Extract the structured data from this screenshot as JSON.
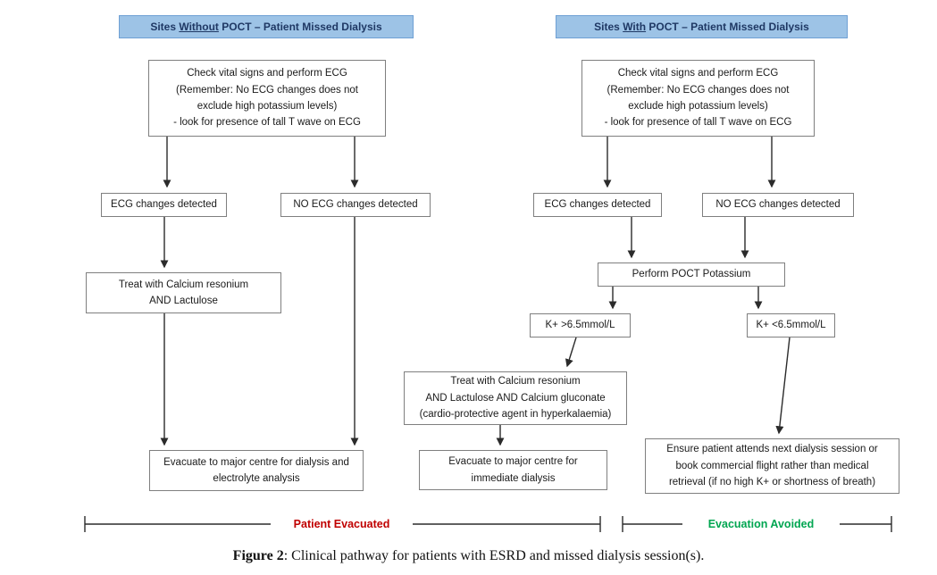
{
  "colors": {
    "header_bg": "#9DC3E6",
    "header_text": "#1F3864",
    "evacuated": "#C00000",
    "avoided": "#00A651"
  },
  "left": {
    "header": {
      "pre": "Sites ",
      "underline": "Without",
      "post": " POCT – Patient Missed Dialysis"
    },
    "check_lines": [
      "Check vital signs and perform ECG",
      "(Remember: No ECG changes does not",
      "exclude high potassium levels)",
      "- look for presence of tall T wave on ECG"
    ],
    "ecg_detected": "ECG changes detected",
    "no_ecg_detected": "NO ECG changes detected",
    "treat_lines": [
      "Treat with Calcium resonium",
      "AND Lactulose"
    ],
    "evacuate_lines": [
      "Evacuate to major centre for dialysis and",
      "electrolyte analysis"
    ],
    "outcome": "Patient Evacuated"
  },
  "right": {
    "header": {
      "pre": "Sites ",
      "underline": "With",
      "post": " POCT – Patient Missed Dialysis"
    },
    "check_lines": [
      "Check vital signs and perform ECG",
      "(Remember: No ECG changes does not",
      "exclude high potassium levels)",
      "- look for presence of tall T wave on ECG"
    ],
    "ecg_detected": "ECG changes detected",
    "no_ecg_detected": "NO ECG changes detected",
    "poct": "Perform POCT Potassium",
    "k_high": "K+ >6.5mmol/L",
    "k_low": "K+ <6.5mmol/L",
    "treat_lines": [
      "Treat with Calcium resonium",
      "AND Lactulose AND Calcium gluconate",
      "(cardio-protective agent in hyperkalaemia)"
    ],
    "evacuate_lines": [
      "Evacuate to major centre for",
      "immediate dialysis"
    ],
    "ensure_lines": [
      "Ensure patient attends next dialysis session or",
      "book commercial flight rather than medical",
      "retrieval (if no high K+ or shortness of breath)"
    ],
    "outcome": "Evacuation Avoided"
  },
  "caption": {
    "label": "Figure 2",
    "text": ": Clinical pathway for patients with ESRD and missed dialysis session(s)."
  }
}
